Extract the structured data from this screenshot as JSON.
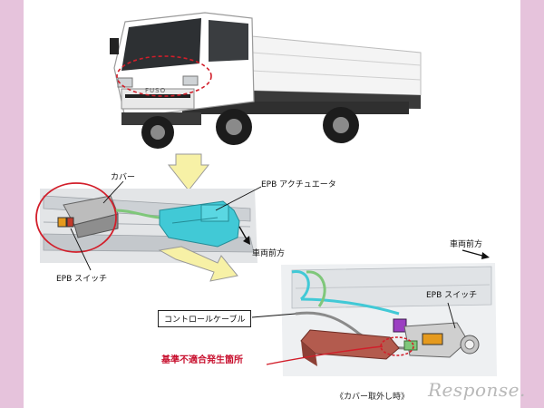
{
  "labels": {
    "cover": "カバー",
    "epb_actuator": "EPB アクチュエータ",
    "epb_switch_left": "EPB スイッチ",
    "vehicle_front_1": "車両前方",
    "vehicle_front_2": "車両前方",
    "control_cable": "コントロールケーブル",
    "epb_switch_right": "EPB スイッチ",
    "nonconformity_location": "基準不適合発生箇所",
    "cover_removed_caption": "《カバー取外し時》"
  },
  "truck": {
    "badge": "FUSO"
  },
  "watermark": {
    "text": "Response."
  },
  "colors": {
    "highlight_red": "#d21e2a",
    "arrow_yellow": "#f7f1a6",
    "actuator_cyan": "#41c9d6",
    "frame_pink": "#e6c3dc"
  }
}
